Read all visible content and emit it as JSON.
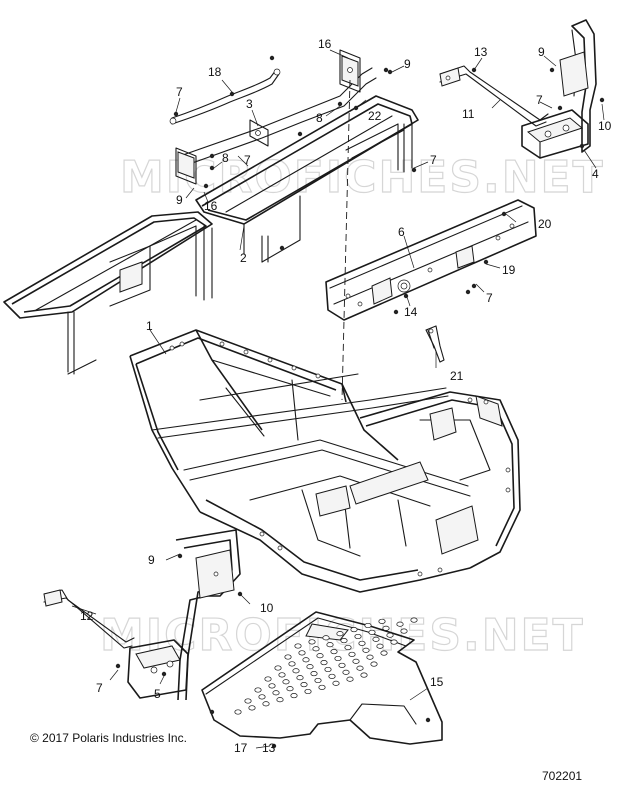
{
  "watermark": {
    "text": "MICROFICHES.NET"
  },
  "callouts": [
    {
      "id": "c1",
      "label": "1"
    },
    {
      "id": "c2",
      "label": "2"
    },
    {
      "id": "c3",
      "label": "3"
    },
    {
      "id": "c4",
      "label": "4"
    },
    {
      "id": "c5",
      "label": "5"
    },
    {
      "id": "c6",
      "label": "6"
    },
    {
      "id": "c7a",
      "label": "7"
    },
    {
      "id": "c7b",
      "label": "7"
    },
    {
      "id": "c7c",
      "label": "7"
    },
    {
      "id": "c7d",
      "label": "7"
    },
    {
      "id": "c7e",
      "label": "7"
    },
    {
      "id": "c7f",
      "label": "7"
    },
    {
      "id": "c8a",
      "label": "8"
    },
    {
      "id": "c8b",
      "label": "8"
    },
    {
      "id": "c9a",
      "label": "9"
    },
    {
      "id": "c9b",
      "label": "9"
    },
    {
      "id": "c9c",
      "label": "9"
    },
    {
      "id": "c9d",
      "label": "9"
    },
    {
      "id": "c10a",
      "label": "10"
    },
    {
      "id": "c10b",
      "label": "10"
    },
    {
      "id": "c11",
      "label": "11"
    },
    {
      "id": "c12",
      "label": "12"
    },
    {
      "id": "c13a",
      "label": "13"
    },
    {
      "id": "c13b",
      "label": "13"
    },
    {
      "id": "c14",
      "label": "14"
    },
    {
      "id": "c15",
      "label": "15"
    },
    {
      "id": "c16a",
      "label": "16"
    },
    {
      "id": "c16b",
      "label": "16"
    },
    {
      "id": "c17",
      "label": "17"
    },
    {
      "id": "c18",
      "label": "18"
    },
    {
      "id": "c19",
      "label": "19"
    },
    {
      "id": "c20",
      "label": "20"
    },
    {
      "id": "c21",
      "label": "21"
    },
    {
      "id": "c22",
      "label": "22"
    }
  ],
  "footer": {
    "copyright": "© 2017 Polaris Industries Inc.",
    "diagram_number": "702201"
  }
}
